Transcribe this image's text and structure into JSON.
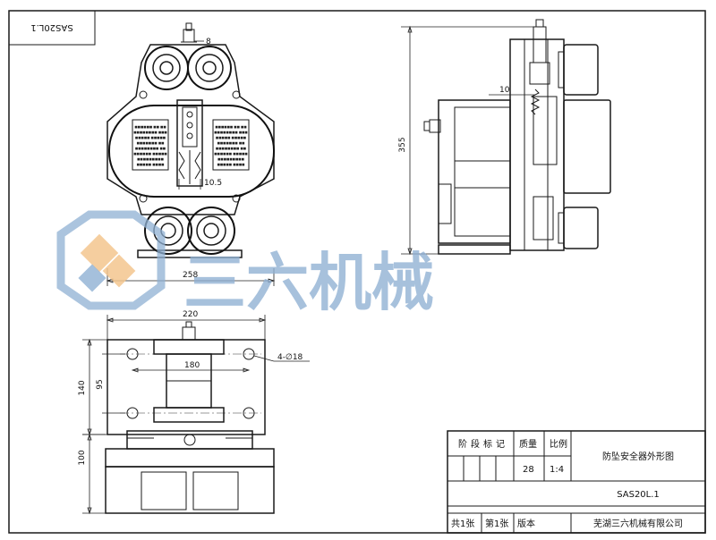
{
  "drawing_code": "SAS20L.1",
  "title_block": {
    "headers": [
      "阶",
      "段",
      "标",
      "记"
    ],
    "mass_label": "质量",
    "scale_label": "比例",
    "mass_value": "28",
    "scale_value": "1:4",
    "drawing_title": "防坠安全器外形图",
    "drawing_number": "SAS20L.1",
    "sheets_total": "共1张",
    "sheet_current": "第1张",
    "version_label": "版本",
    "company": "芜湖三六机械有限公司"
  },
  "dimensions": {
    "top_bolt": "8",
    "gap": "10.5",
    "front_width": "258",
    "side_height": "355",
    "side_offset": "10",
    "plate_width": "220",
    "hole_spacing_x": "180",
    "plate_height": "140",
    "hole_spacing_y": "95",
    "base_height": "100",
    "holes": "4-∅18"
  },
  "watermark": {
    "text": "三六机械",
    "colors": {
      "blue": "#8fb0d3",
      "orange": "#f3c58e"
    }
  },
  "plate_label_lines": [
    "■■■■■■ ■■ ■■",
    "■■■■■■■■ ■■■",
    "■■■■■ ■■■■■",
    "■■■■■■■ ■■",
    "■■■■■■■■ ■■",
    "■■■■■■ ■■■■■",
    "■■■■■■■■■",
    "■■■■■ ■■■■"
  ]
}
